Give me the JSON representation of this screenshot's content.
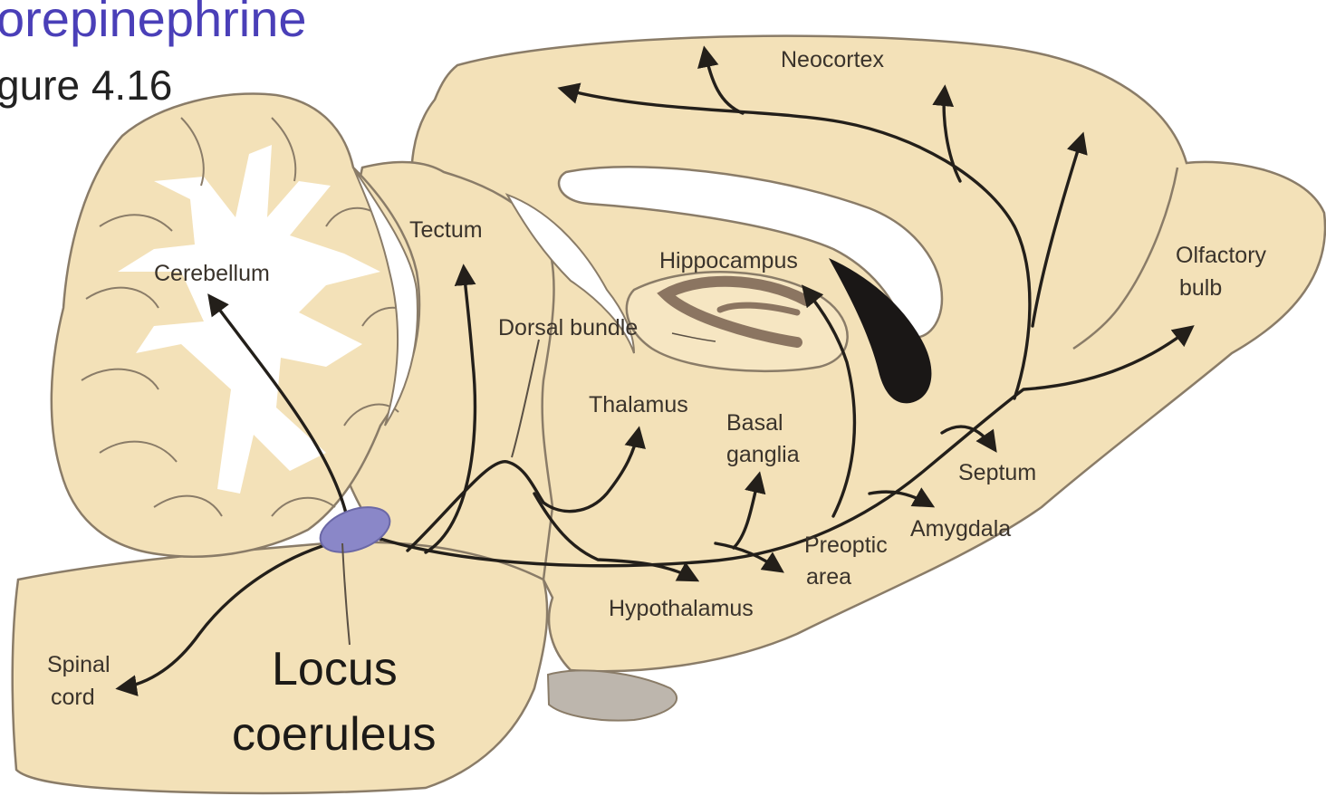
{
  "heading": {
    "title": "orepinephrine",
    "figure": "gure 4.16"
  },
  "labels": {
    "neocortex": "Neocortex",
    "tectum": "Tectum",
    "cerebellum": "Cerebellum",
    "hippocampus": "Hippocampus",
    "olfactory_1": "Olfactory",
    "olfactory_2": "bulb",
    "dorsal_bundle": "Dorsal bundle",
    "thalamus": "Thalamus",
    "basal_1": "Basal",
    "basal_2": "ganglia",
    "septum": "Septum",
    "amygdala": "Amygdala",
    "preoptic_1": "Preoptic",
    "preoptic_2": "area",
    "hypothalamus": "Hypothalamus",
    "spinal_1": "Spinal",
    "spinal_2": "cord",
    "locus_1": "Locus",
    "locus_2": "coeruleus"
  },
  "colors": {
    "tissue": "#f3e1b8",
    "tissue_outline": "#8a7c68",
    "white_matter": "#ffffff",
    "ventricle": "#1a1716",
    "pathway": "#231f1a",
    "locus_coeruleus": "#8a87c8",
    "hippocampus_band": "#8b7561",
    "pituitary": "#bdb6ad",
    "title": "#4a3fb8"
  }
}
